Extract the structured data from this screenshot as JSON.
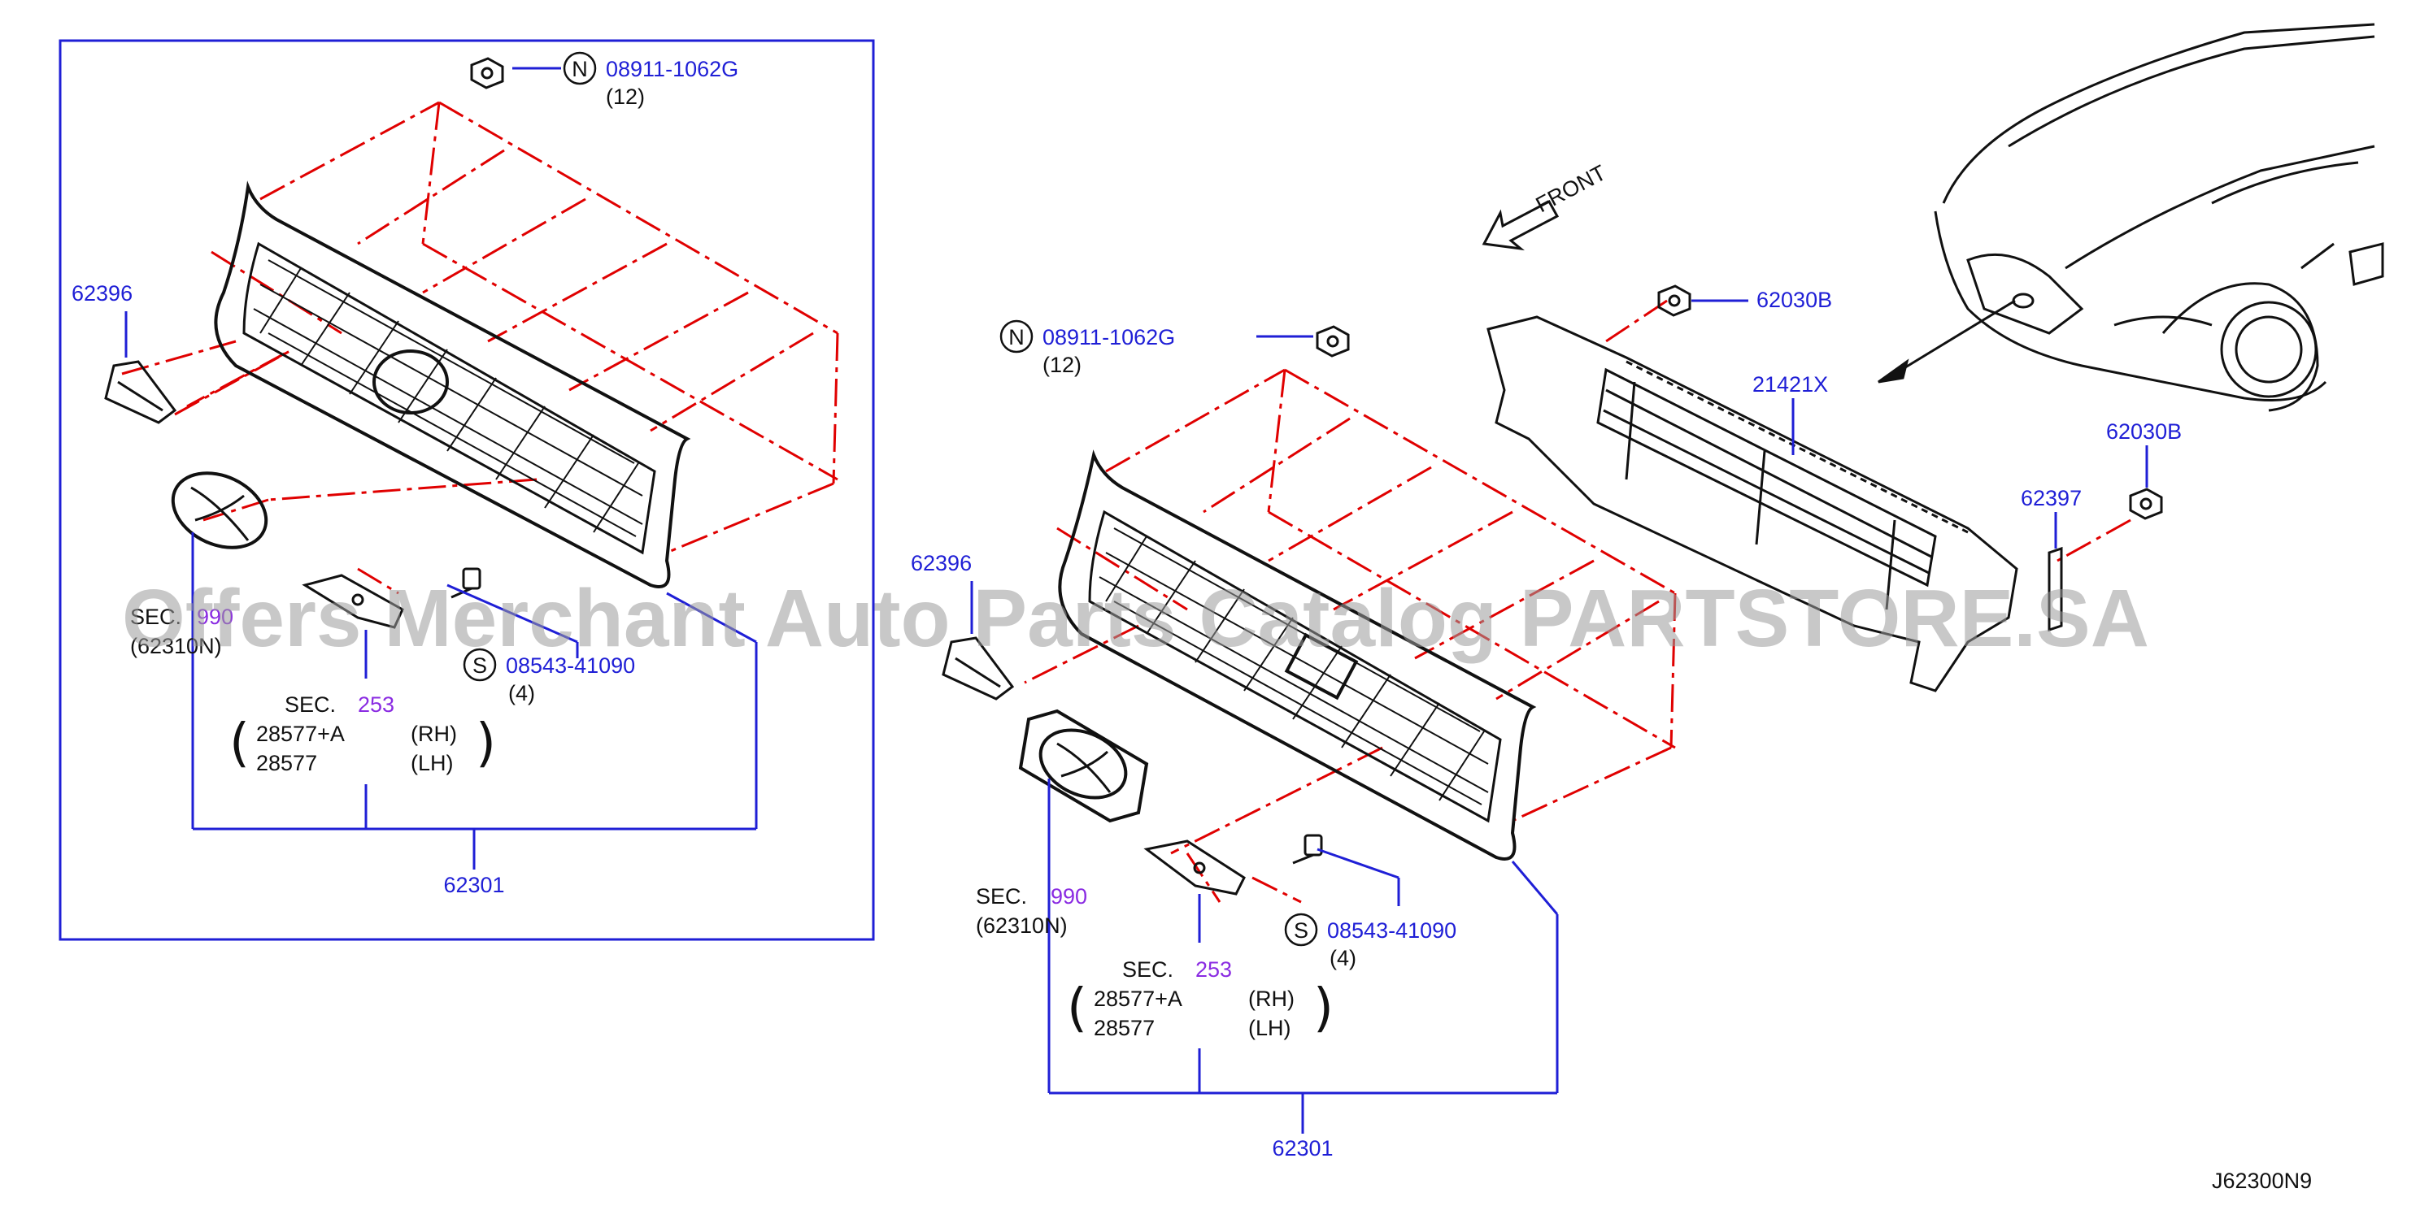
{
  "diagram_id": "J62300N9",
  "watermark": "Offers Merchant Auto Parts Catalog PARTSTORE.SA",
  "direction_label": "FRONT",
  "colors": {
    "callout_blue": "#1f1fd6",
    "sec_purple": "#8a2be2",
    "phantom_red": "#e00000",
    "outline_black": "#111111"
  },
  "left_box": {
    "nut_symbol": "N",
    "nut_part": "08911-1062G",
    "nut_qty": "(12)",
    "bracket_part": "62396",
    "emblem_sec_prefix": "SEC.",
    "emblem_sec_num": "990",
    "emblem_sec_sub": "(62310N)",
    "screw_symbol": "S",
    "screw_part": "08543-41090",
    "screw_qty": "(4)",
    "sec_prefix": "SEC.",
    "sec_num": "253",
    "sec_items": [
      "28577+A",
      "28577"
    ],
    "sec_sides": [
      "(RH)",
      "(LH)"
    ],
    "assembly_part": "62301"
  },
  "center": {
    "nut_symbol": "N",
    "nut_part": "08911-1062G",
    "nut_qty": "(12)",
    "bracket_part": "62396",
    "emblem_sec_prefix": "SEC.",
    "emblem_sec_num": "990",
    "emblem_sec_sub": "(62310N)",
    "screw_symbol": "S",
    "screw_part": "08543-41090",
    "screw_qty": "(4)",
    "sec_prefix": "SEC.",
    "sec_num": "253",
    "sec_items": [
      "28577+A",
      "28577"
    ],
    "sec_sides": [
      "(RH)",
      "(LH)"
    ],
    "assembly_part": "62301"
  },
  "right": {
    "clip_top_part": "62030B",
    "shutter_part": "21421X",
    "clip_right_part": "62030B",
    "bracket_part": "62397"
  }
}
